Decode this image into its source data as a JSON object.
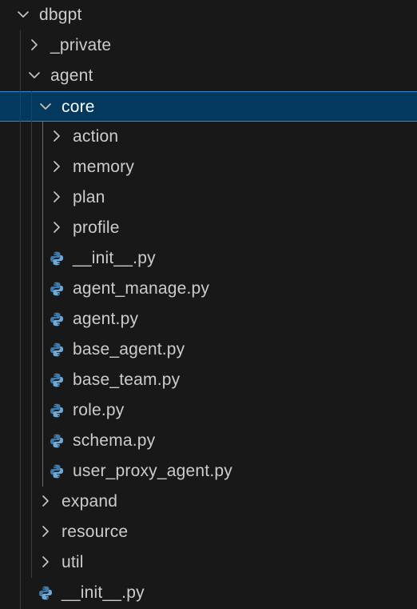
{
  "explorer": {
    "rows": [
      {
        "label": "dbgpt",
        "kind": "folder",
        "expanded": true,
        "depth": 0
      },
      {
        "label": "_private",
        "kind": "folder",
        "expanded": false,
        "depth": 1
      },
      {
        "label": "agent",
        "kind": "folder",
        "expanded": true,
        "depth": 1
      },
      {
        "label": "core",
        "kind": "folder",
        "expanded": true,
        "depth": 2,
        "selected": true
      },
      {
        "label": "action",
        "kind": "folder",
        "expanded": false,
        "depth": 3
      },
      {
        "label": "memory",
        "kind": "folder",
        "expanded": false,
        "depth": 3
      },
      {
        "label": "plan",
        "kind": "folder",
        "expanded": false,
        "depth": 3
      },
      {
        "label": "profile",
        "kind": "folder",
        "expanded": false,
        "depth": 3
      },
      {
        "label": "__init__.py",
        "kind": "python-file",
        "depth": 3
      },
      {
        "label": "agent_manage.py",
        "kind": "python-file",
        "depth": 3
      },
      {
        "label": "agent.py",
        "kind": "python-file",
        "depth": 3
      },
      {
        "label": "base_agent.py",
        "kind": "python-file",
        "depth": 3
      },
      {
        "label": "base_team.py",
        "kind": "python-file",
        "depth": 3
      },
      {
        "label": "role.py",
        "kind": "python-file",
        "depth": 3
      },
      {
        "label": "schema.py",
        "kind": "python-file",
        "depth": 3
      },
      {
        "label": "user_proxy_agent.py",
        "kind": "python-file",
        "depth": 3
      },
      {
        "label": "expand",
        "kind": "folder",
        "expanded": false,
        "depth": 2
      },
      {
        "label": "resource",
        "kind": "folder",
        "expanded": false,
        "depth": 2
      },
      {
        "label": "util",
        "kind": "folder",
        "expanded": false,
        "depth": 2
      },
      {
        "label": "__init__.py",
        "kind": "python-file",
        "depth": 2
      }
    ]
  },
  "icons": {
    "collapsed": "chevron-right-icon",
    "expanded": "chevron-down-icon",
    "python_file": "python-file-icon"
  },
  "colors": {
    "background": "#181818",
    "selection_background": "#04395e",
    "selection_border": "#2b8ad6",
    "text": "#cccccc",
    "python_blue": "#3e7aab",
    "python_light": "#6fa9d6",
    "indent_guide": "#3c3c3c"
  }
}
